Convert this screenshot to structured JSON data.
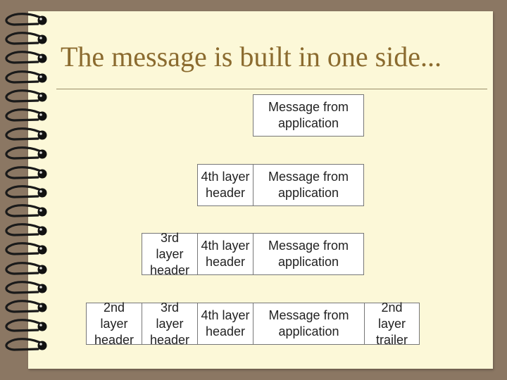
{
  "slide": {
    "title": "The message is built in one side..."
  },
  "stack": {
    "row1": {
      "message": "Message from\napplication"
    },
    "row2": {
      "layer4_header": "4th layer\nheader",
      "message": "Message from\napplication"
    },
    "row3": {
      "layer3_header": "3rd\nlayer\nheader",
      "layer4_header": "4th layer\nheader",
      "message": "Message from\napplication"
    },
    "row4": {
      "layer2_header": "2nd\nlayer\nheader",
      "layer3_header": "3rd\nlayer\nheader",
      "layer4_header": "4th layer\nheader",
      "message": "Message from\napplication",
      "layer2_trailer": "2nd\nlayer\ntrailer"
    }
  },
  "colors": {
    "background": "#8b7763",
    "page": "#fcf8d8",
    "title": "#8b6b2f"
  }
}
